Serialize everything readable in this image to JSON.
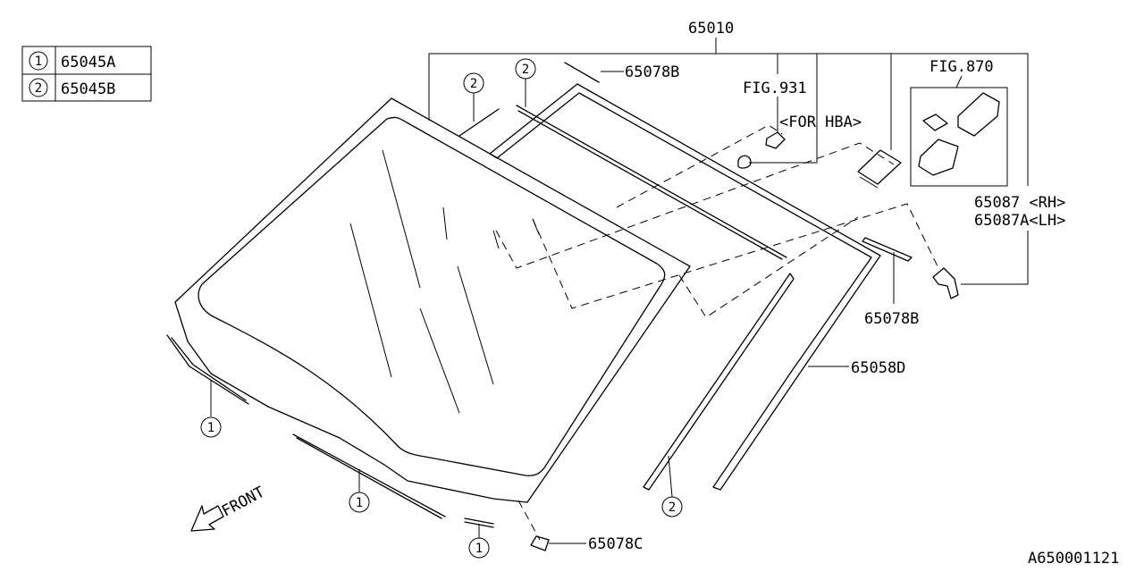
{
  "legend": [
    {
      "mark": "1",
      "part": "65045A"
    },
    {
      "mark": "2",
      "part": "65045B"
    }
  ],
  "labels": {
    "assembly": "65010",
    "molding_top": "65078B",
    "fig_931": "FIG.931",
    "for_hba": "<FOR HBA>",
    "fig_870": "FIG.870",
    "bracket_rh": "65087 <RH>",
    "bracket_lh": "65087A<LH>",
    "molding_side": "65078B",
    "dam_side": "65058D",
    "clip_bottom": "65078C",
    "front": "FRONT"
  },
  "callouts": {
    "c1": "1",
    "c2": "2"
  },
  "diagram_id": "A650001121"
}
